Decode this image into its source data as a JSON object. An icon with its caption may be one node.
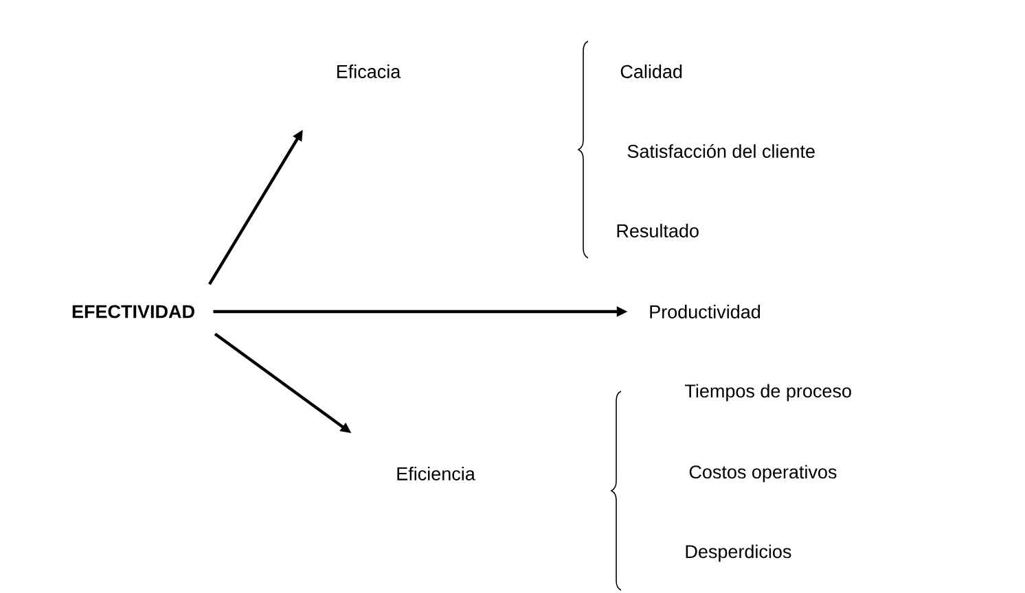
{
  "diagram": {
    "nodes": [
      {
        "text": [
          "EFECTIVIDAD"
        ]
      },
      {
        "text": [
          "Eficacia"
        ]
      },
      {
        "text": [
          "Productividad"
        ]
      },
      {
        "text": [
          "Eficiencia"
        ]
      }
    ],
    "edges": [
      {
        "from": 0,
        "to": 1,
        "arrow": "to"
      },
      {
        "from": 0,
        "to": 2,
        "arrow": "to"
      },
      {
        "from": 0,
        "to": 3,
        "arrow": "to"
      }
    ],
    "labels": [
      "Calidad",
      "Satisfacción del cliente",
      "Resultado",
      "Tiempos de proceso",
      "Costos operativos",
      "Desperdicios"
    ]
  }
}
